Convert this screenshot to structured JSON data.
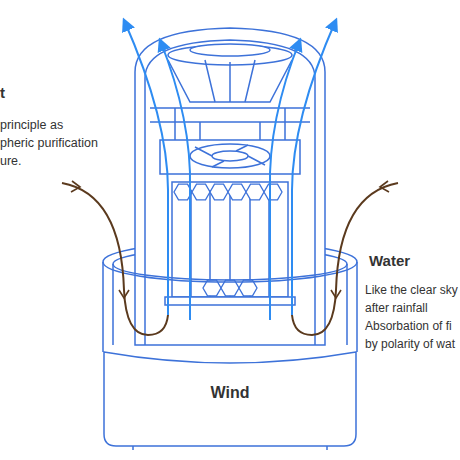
{
  "diagram": {
    "nodes": [
      {
        "text": [
          "Wind"
        ]
      }
    ],
    "labels": [
      "t",
      "principle as pheric purification ure.",
      "Water",
      "Like the clear sky after rainfall Absorbation of fi by polarity of wat"
    ]
  }
}
